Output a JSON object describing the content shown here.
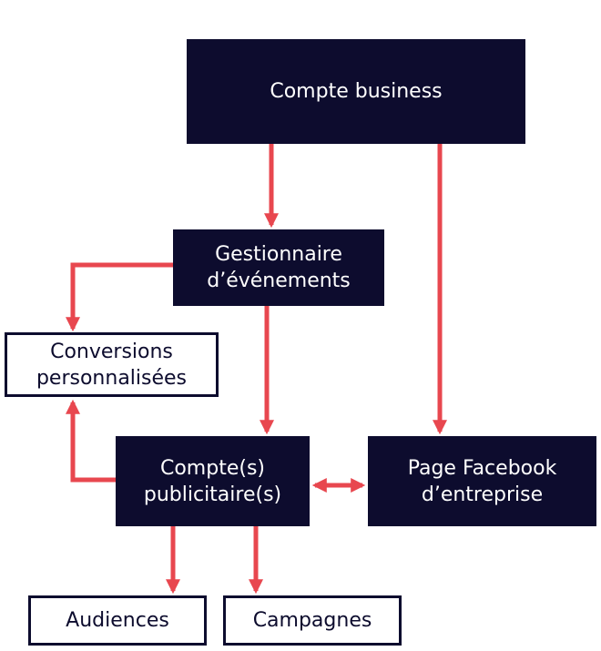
{
  "nodes": {
    "compte_business": {
      "text": "Compte business"
    },
    "gestionnaire": {
      "line1": "Gestionnaire",
      "line2": "d’événements"
    },
    "conversions": {
      "line1": "Conversions",
      "line2": "personnalisées"
    },
    "compte_publicitaire": {
      "line1": "Compte(s)",
      "line2": "publicitaire(s)"
    },
    "page_facebook": {
      "line1": "Page Facebook",
      "line2": "d’entreprise"
    },
    "audiences": {
      "text": "Audiences"
    },
    "campagnes": {
      "text": "Campagnes"
    }
  },
  "colors": {
    "dark_box": "#0d0c2e",
    "arrow": "#e8474f",
    "light_box_border": "#0d0c2e"
  }
}
